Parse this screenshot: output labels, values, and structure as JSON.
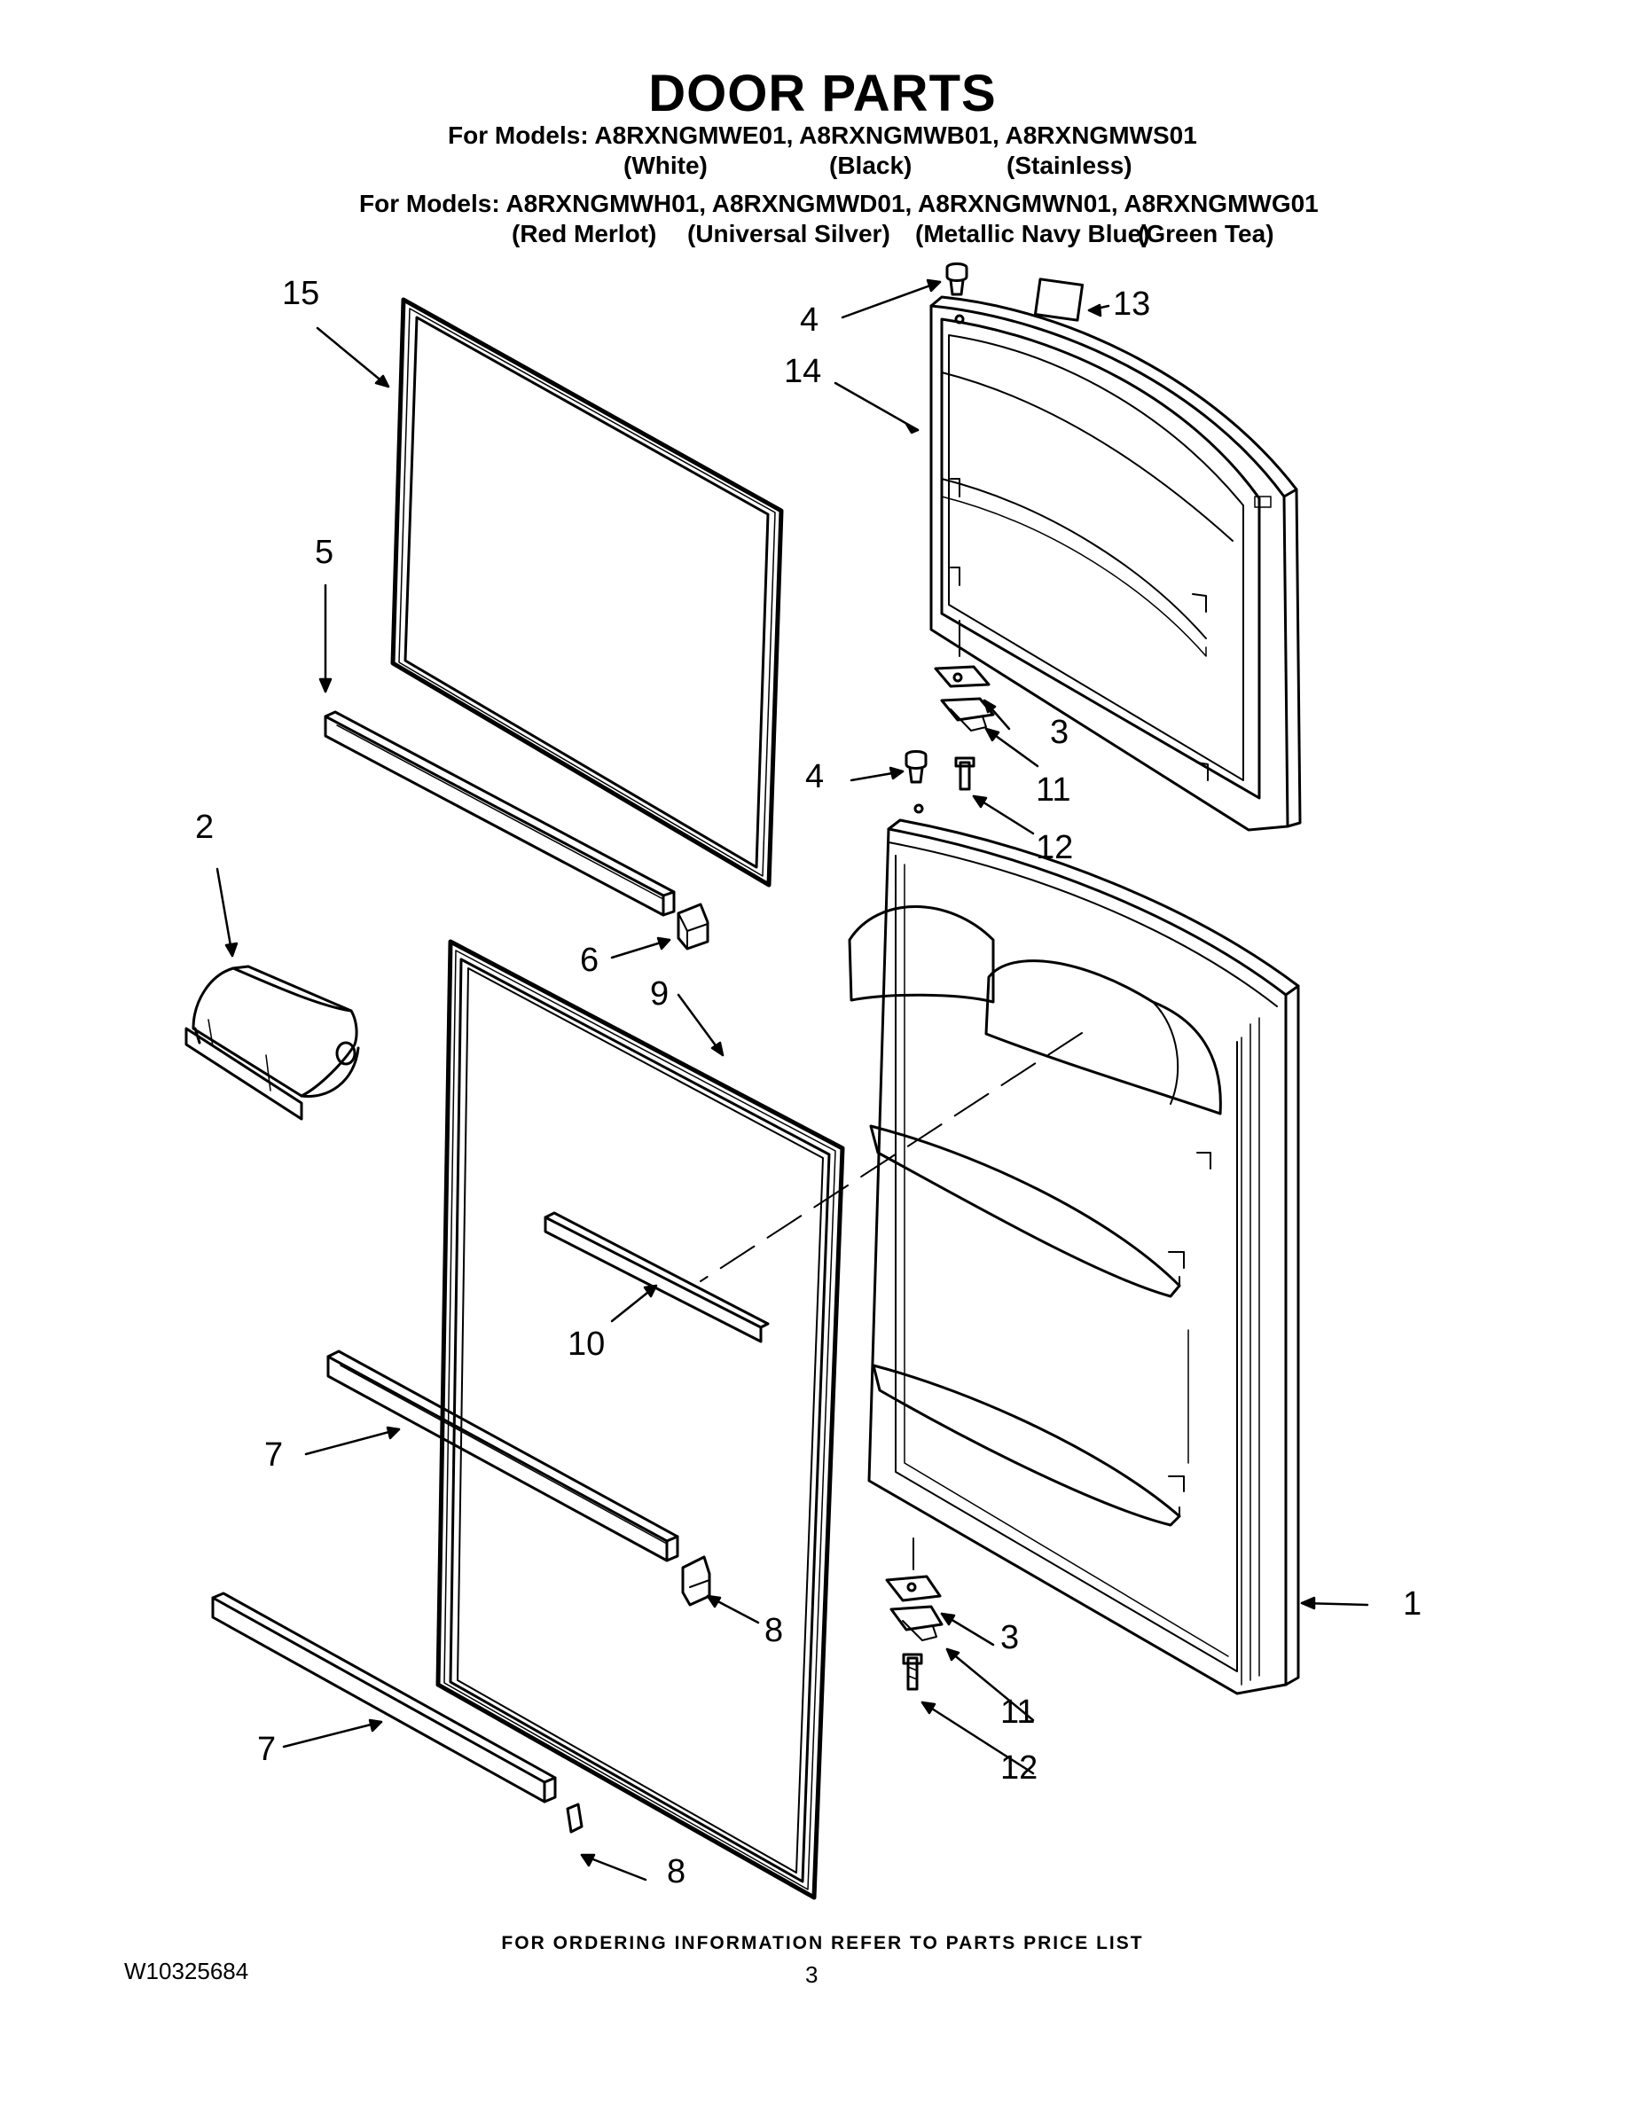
{
  "header": {
    "title": "DOOR PARTS",
    "model_line_1": "For Models: A8RXNGMWE01, A8RXNGMWB01,  A8RXNGMWS01",
    "color_line_1": [
      "(White)",
      "(Black)",
      "(Stainless)"
    ],
    "model_line_2": "For Models: A8RXNGMWH01, A8RXNGMWD01, A8RXNGMWN01, A8RXNGMWG01",
    "color_line_2": [
      "(Red Merlot)",
      "(Universal Silver)",
      "(Metallic Navy Blue)",
      "(Green Tea)"
    ]
  },
  "callouts": [
    "15",
    "5",
    "2",
    "6",
    "9",
    "10",
    "7",
    "8",
    "7",
    "8",
    "4",
    "13",
    "14",
    "3",
    "11",
    "4",
    "12",
    "1",
    "3",
    "11",
    "12"
  ],
  "footer": {
    "ordering_note": "FOR ORDERING INFORMATION REFER TO PARTS PRICE LIST",
    "doc_number": "W10325684",
    "page_number": "3"
  }
}
